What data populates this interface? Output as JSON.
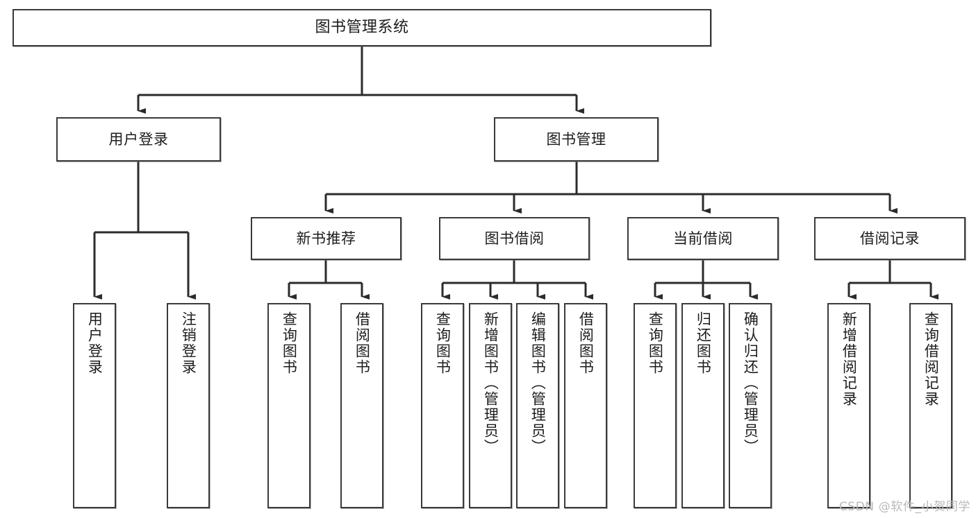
{
  "diagram": {
    "title": "图书管理系统",
    "type": "tree",
    "watermark": "CSDN @软件_小贺同学",
    "colors": {
      "background": "#ffffff",
      "box_border": "#3a3a3a",
      "box_fill": "#ffffff",
      "connector": "#2b2b2b",
      "watermark": "#b9b9b9"
    },
    "levels": {
      "root": {
        "label": "图书管理系统"
      },
      "level2": [
        {
          "label": "用户登录"
        },
        {
          "label": "图书管理"
        }
      ],
      "level3": [
        {
          "label": "新书推荐"
        },
        {
          "label": "图书借阅"
        },
        {
          "label": "当前借阅"
        },
        {
          "label": "借阅记录"
        }
      ],
      "leaves": [
        {
          "label": "用户登录",
          "parent": "用户登录"
        },
        {
          "label": "注销登录",
          "parent": "用户登录"
        },
        {
          "label": "查询图书",
          "parent": "新书推荐"
        },
        {
          "label": "借阅图书",
          "parent": "新书推荐"
        },
        {
          "label": "查询图书",
          "parent": "图书借阅"
        },
        {
          "label": "新增图书（管理员）",
          "parent": "图书借阅"
        },
        {
          "label": "编辑图书（管理员）",
          "parent": "图书借阅"
        },
        {
          "label": "借阅图书",
          "parent": "图书借阅"
        },
        {
          "label": "查询图书",
          "parent": "当前借阅"
        },
        {
          "label": "归还图书",
          "parent": "当前借阅"
        },
        {
          "label": "确认归还（管理员）",
          "parent": "当前借阅"
        },
        {
          "label": "新增借阅记录",
          "parent": "借阅记录"
        },
        {
          "label": "查询借阅记录",
          "parent": "借阅记录"
        }
      ]
    }
  }
}
